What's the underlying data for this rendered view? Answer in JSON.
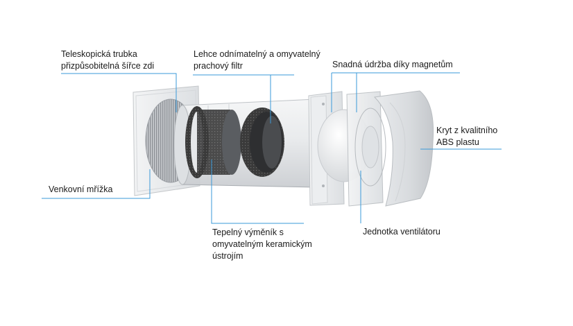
{
  "labels": {
    "telescopic_tube": [
      "Teleskopická trubka",
      "přizpůsobitelná šířce zdi"
    ],
    "dust_filter": [
      "Lehce odnímatelný a omyvatelný",
      "prachový filtr"
    ],
    "magnets": [
      "Snadná údržba díky magnetům"
    ],
    "abs_cover": [
      "Kryt z kvalitního",
      "ABS plastu"
    ],
    "outer_grille": [
      "Venkovní mřížka"
    ],
    "heat_exchanger": [
      "Tepelný výměník s",
      "omyvatelným keramickým",
      "ústrojím"
    ],
    "fan_unit": [
      "Jednotka ventilátoru"
    ]
  },
  "colors": {
    "leader_line": "#3a9ad9",
    "text": "#1a1a1a"
  }
}
